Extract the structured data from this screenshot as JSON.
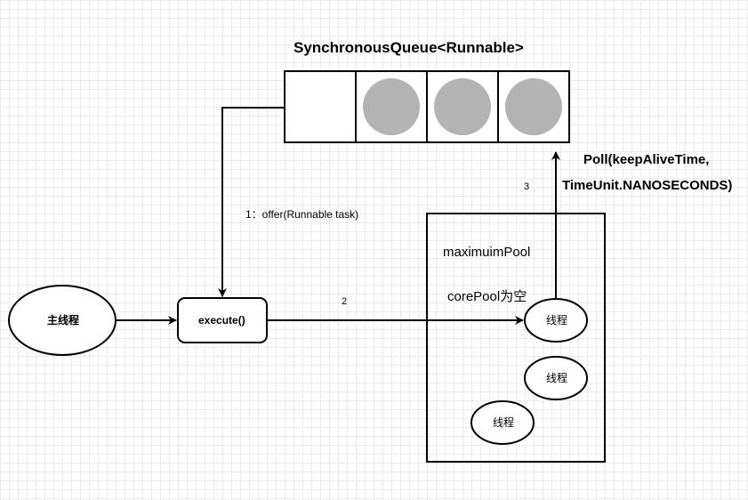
{
  "queue": {
    "title": "SynchronousQueue<Runnable>"
  },
  "edges": {
    "step1_label": "1：offer(Runnable task)",
    "step2_label": "2",
    "step3_label": "3",
    "poll_line1": "Poll(keepAliveTime,",
    "poll_line2": "TimeUnit.NANOSECONDS)"
  },
  "pool": {
    "label": "maximuimPool",
    "core_label": "corePool为空",
    "threads": [
      "线程",
      "线程",
      "线程"
    ]
  },
  "nodes": {
    "main_thread": "主线程",
    "execute": "execute()"
  },
  "colors": {
    "queued_task_fill": "#b3b3b3",
    "stroke": "#000000"
  }
}
